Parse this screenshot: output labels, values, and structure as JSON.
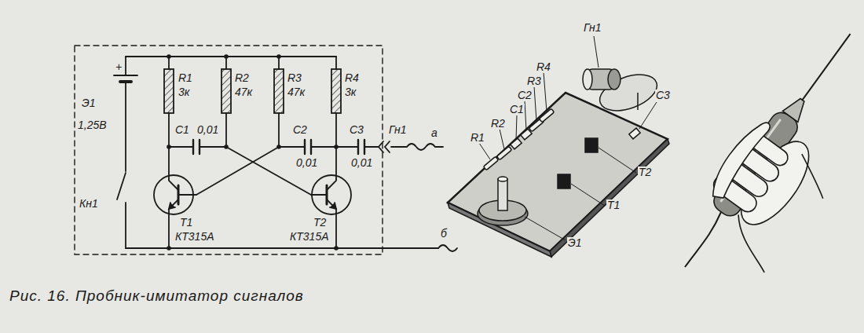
{
  "diagram": {
    "caption": "Рис. 16. Пробник-имитатор сигналов",
    "labels": [
      "+",
      "Э1",
      "1,25В",
      "Кн1",
      "R1",
      "3к",
      "R2",
      "47к",
      "R3",
      "47к",
      "R4",
      "3к",
      "C1",
      "0,01",
      "C2",
      "0,01",
      "C3",
      "0,01",
      "Гн1",
      "T1",
      "КТ315А",
      "T2",
      "КТ315А",
      "а",
      "б",
      "Гн1",
      "R4",
      "R3",
      "C2",
      "C1",
      "R2",
      "R1",
      "C3",
      "T2",
      "T1",
      "Э1"
    ]
  }
}
